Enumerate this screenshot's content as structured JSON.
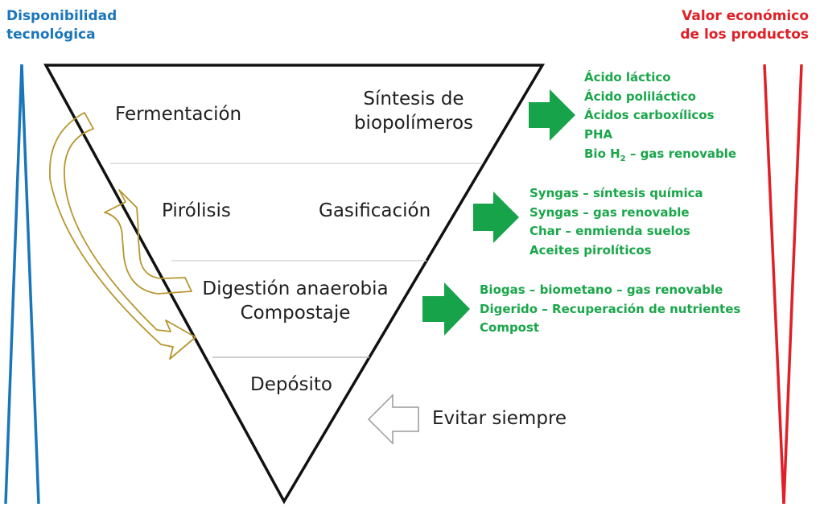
{
  "left_axis": {
    "label_line1": "Disponibilidad",
    "label_line2": "tecnológica",
    "color": "#1a76bb"
  },
  "right_axis": {
    "label_line1": "Valor económico",
    "label_line2": "de los productos",
    "color": "#e01f26"
  },
  "levels": {
    "fermentation": "Fermentación",
    "biopolymer_line1": "Síntesis de",
    "biopolymer_line2": "biopolímeros",
    "pyrolysis": "Pirólisis",
    "gasification": "Gasificación",
    "anaerobic_digestion": "Digestión anaerobia",
    "composting": "Compostaje",
    "landfill": "Depósito"
  },
  "outputs_top": {
    "items": [
      "Ácido láctico",
      "Ácido poliláctico",
      "Ácidos carboxílicos",
      "PHA"
    ],
    "bio_h2": {
      "prefix": "Bio H",
      "subscript": "2",
      "suffix": " – gas renovable"
    }
  },
  "outputs_middle": [
    "Syngas – síntesis química",
    "Syngas – gas renovable",
    "Char – enmienda suelos",
    "Aceites pirolíticos"
  ],
  "outputs_bottom": [
    "Biogas – biometano  – gas renovable",
    "Digerido – Recuperación de nutrientes",
    "Compost"
  ],
  "avoid_label": "Evitar siempre",
  "colors": {
    "output_green": "#1aa64a",
    "arrow_green": "#17a349",
    "curved_arrow_outline": "#b8962e",
    "divider": "#d9d9d9"
  }
}
